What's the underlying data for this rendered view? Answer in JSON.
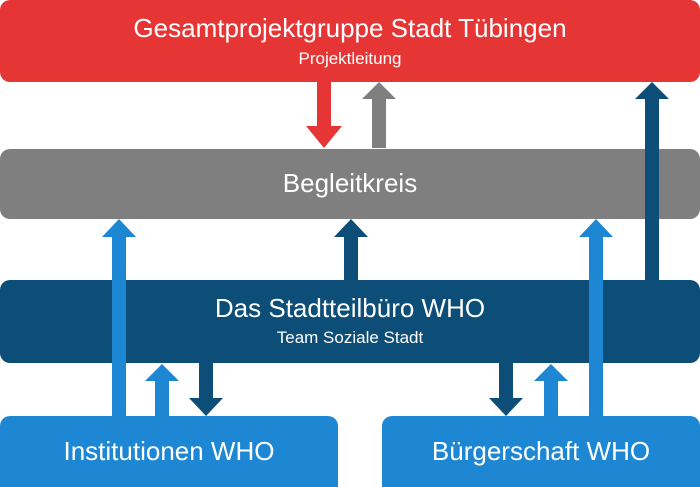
{
  "boxes": {
    "top": {
      "title": "Gesamtprojektgruppe Stadt Tübingen",
      "subtitle": "Projektleitung"
    },
    "middle": {
      "title": "Begleitkreis"
    },
    "office": {
      "title": "Das Stadtteilbüro WHO",
      "subtitle": "Team Soziale Stadt"
    },
    "institutions": {
      "title": "Institutionen WHO"
    },
    "citizens": {
      "title": "Bürgerschaft WHO"
    }
  },
  "colors": {
    "red": "#e53535",
    "gray": "#7f7f7f",
    "navy": "#0d4e78",
    "blue": "#1d87d4",
    "white": "#ffffff"
  }
}
